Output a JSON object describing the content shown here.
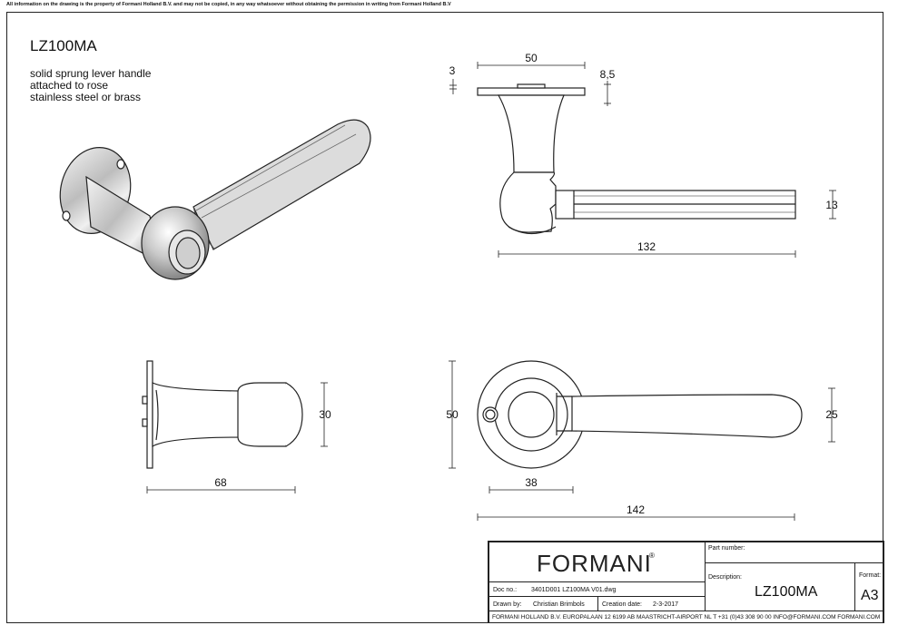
{
  "notice": "All information on the drawing is the property of Formani Holland B.V. and may not be copied, in any way whatsoever without obtaining the permission in writing from Formani Holland B.V",
  "title": "LZ100MA",
  "description_lines": [
    "solid sprung lever handle",
    "attached to rose",
    "stainless steel or brass"
  ],
  "dimensions": {
    "rose_thickness": "3",
    "rose_diameter_top": "50",
    "rose_height": "8,5",
    "lever_thickness": "13",
    "lever_length": "132",
    "knob_height": "30",
    "side_length": "68",
    "rose_diameter_front": "50",
    "lever_width": "25",
    "ring_diameter": "38",
    "total_length": "142"
  },
  "title_block": {
    "brand": "FORMANI",
    "brand_mark": "®",
    "part_number_label": "Part number:",
    "part_number": "",
    "description_label": "Description:",
    "description": "LZ100MA",
    "format_label": "Format:",
    "format": "A3",
    "doc_no_label": "Doc no.:",
    "doc_no": "3401D001 LZ100MA V01.dwg",
    "drawn_by_label": "Drawn by:",
    "drawn_by": "Christian Brimbols",
    "creation_date_label": "Creation date:",
    "creation_date": "2-3-2017",
    "footer": "FORMANI HOLLAND B.V.  EUROPALAAN 12  6199 AB MAASTRICHT-AIRPORT NL  T +31 (0)43 308 90 00 INFO@FORMANI.COM FORMANI.COM"
  }
}
